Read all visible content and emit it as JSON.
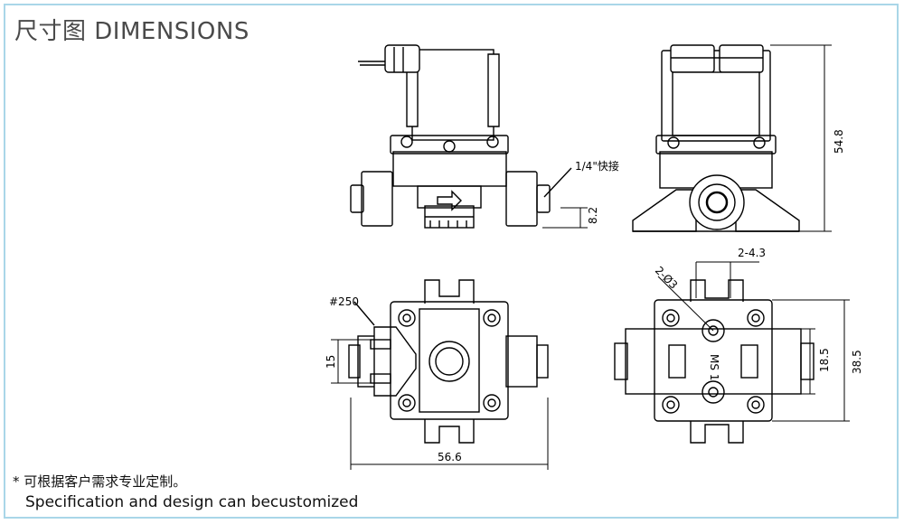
{
  "header": {
    "title": "尺寸图 DIMENSIONS"
  },
  "labels": {
    "fitting": "1/4\"快接",
    "coil_code": "#250",
    "nameplate": "MS 1"
  },
  "dimensions": {
    "height_total": "54.8",
    "height_outlet": "8.2",
    "hole_spacing": "2-4.3",
    "hole_dia": "2-Ø3",
    "coil_width": "15",
    "length_total": "56.6",
    "mount_inner": "18.5",
    "mount_outer": "38.5"
  },
  "footer": {
    "note_cn": "* 可根据客户需求专业定制。",
    "note_en": "Specification and design can becustomized"
  }
}
